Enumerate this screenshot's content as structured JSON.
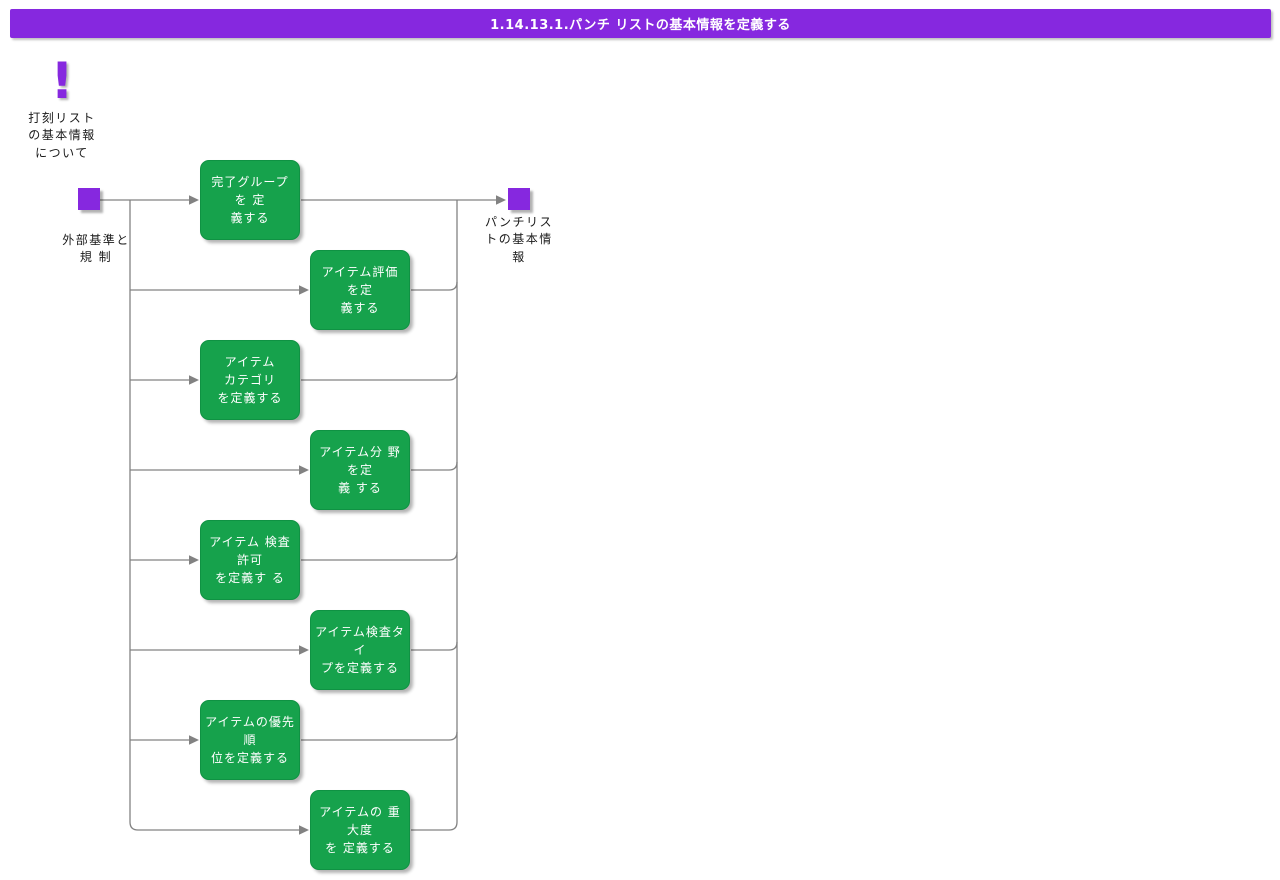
{
  "title_bar": {
    "text": "1.14.13.1.パンチ リストの基本情報を定義する"
  },
  "colors": {
    "accent_purple": "#8628DF",
    "task_green": "#16A24C",
    "line_gray": "#828282",
    "title_text": "#FFFFFF",
    "task_text": "#FFFFFF"
  },
  "note": {
    "icon": "exclamation-icon",
    "glyph": "!",
    "label": "打刻リスト\nの基本情報\nについて"
  },
  "start_node": {
    "label": "外部基準と\n規 制"
  },
  "end_node": {
    "label": "パンチリス\nトの基本情\n報"
  },
  "tasks": [
    {
      "label": "完了グループ を 定\n義する"
    },
    {
      "label": "アイテム評価 を定\n義する"
    },
    {
      "label": "アイテム\nカテゴリ\nを定義する"
    },
    {
      "label": "アイテム分 野を定\n義 する"
    },
    {
      "label": "アイテム 検査許可\nを定義す る"
    },
    {
      "label": "アイテム検査タ イ\nプを定義する"
    },
    {
      "label": "アイテムの優先順\n位を定義する"
    },
    {
      "label": "アイテムの 重大度\nを 定義する"
    }
  ]
}
